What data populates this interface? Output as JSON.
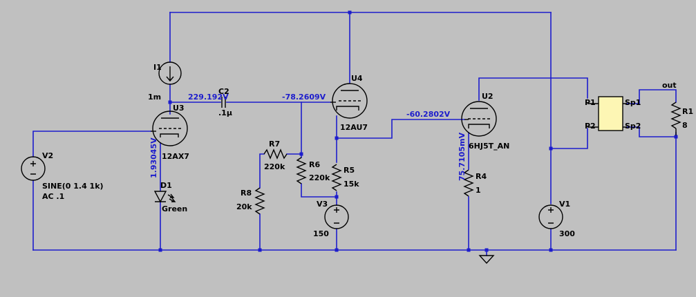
{
  "colors": {
    "background": "#c0c0c0",
    "wire": "#1c1ccc",
    "component": "#000000",
    "transformer_body": "#fdf6b4"
  },
  "components": {
    "I1": {
      "ref": "I1",
      "value": "1m"
    },
    "U3": {
      "ref": "U3",
      "value": "12AX7"
    },
    "U4": {
      "ref": "U4",
      "value": "12AU7"
    },
    "U2": {
      "ref": "U2",
      "value": "6HJ5T_AN"
    },
    "C2": {
      "ref": "C2",
      "value": ".1µ"
    },
    "V2": {
      "ref": "V2",
      "value_line1": "SINE(0 1.4 1k)",
      "value_line2": "AC .1"
    },
    "D1": {
      "ref": "D1",
      "value": "Green"
    },
    "R7": {
      "ref": "R7",
      "value": "220k"
    },
    "R6": {
      "ref": "R6",
      "value": "220k"
    },
    "R8": {
      "ref": "R8",
      "value": "20k"
    },
    "R5": {
      "ref": "R5",
      "value": "15k"
    },
    "V3": {
      "ref": "V3",
      "value": "150"
    },
    "R4": {
      "ref": "R4",
      "value": "1"
    },
    "V1": {
      "ref": "V1",
      "value": "300"
    },
    "R1": {
      "ref": "R1",
      "value": "8"
    },
    "transformer": {
      "p1": "P1",
      "p2": "P2",
      "sp1": "Sp1",
      "sp2": "Sp2"
    }
  },
  "net_labels": {
    "out": "out"
  },
  "voltages": {
    "u3_plate": "229.192V",
    "u4_grid": "-78.2609V",
    "u2_grid": "-60.2802V",
    "u3_cathode": "1.93045V",
    "u2_cathode": "75.7105mV"
  }
}
